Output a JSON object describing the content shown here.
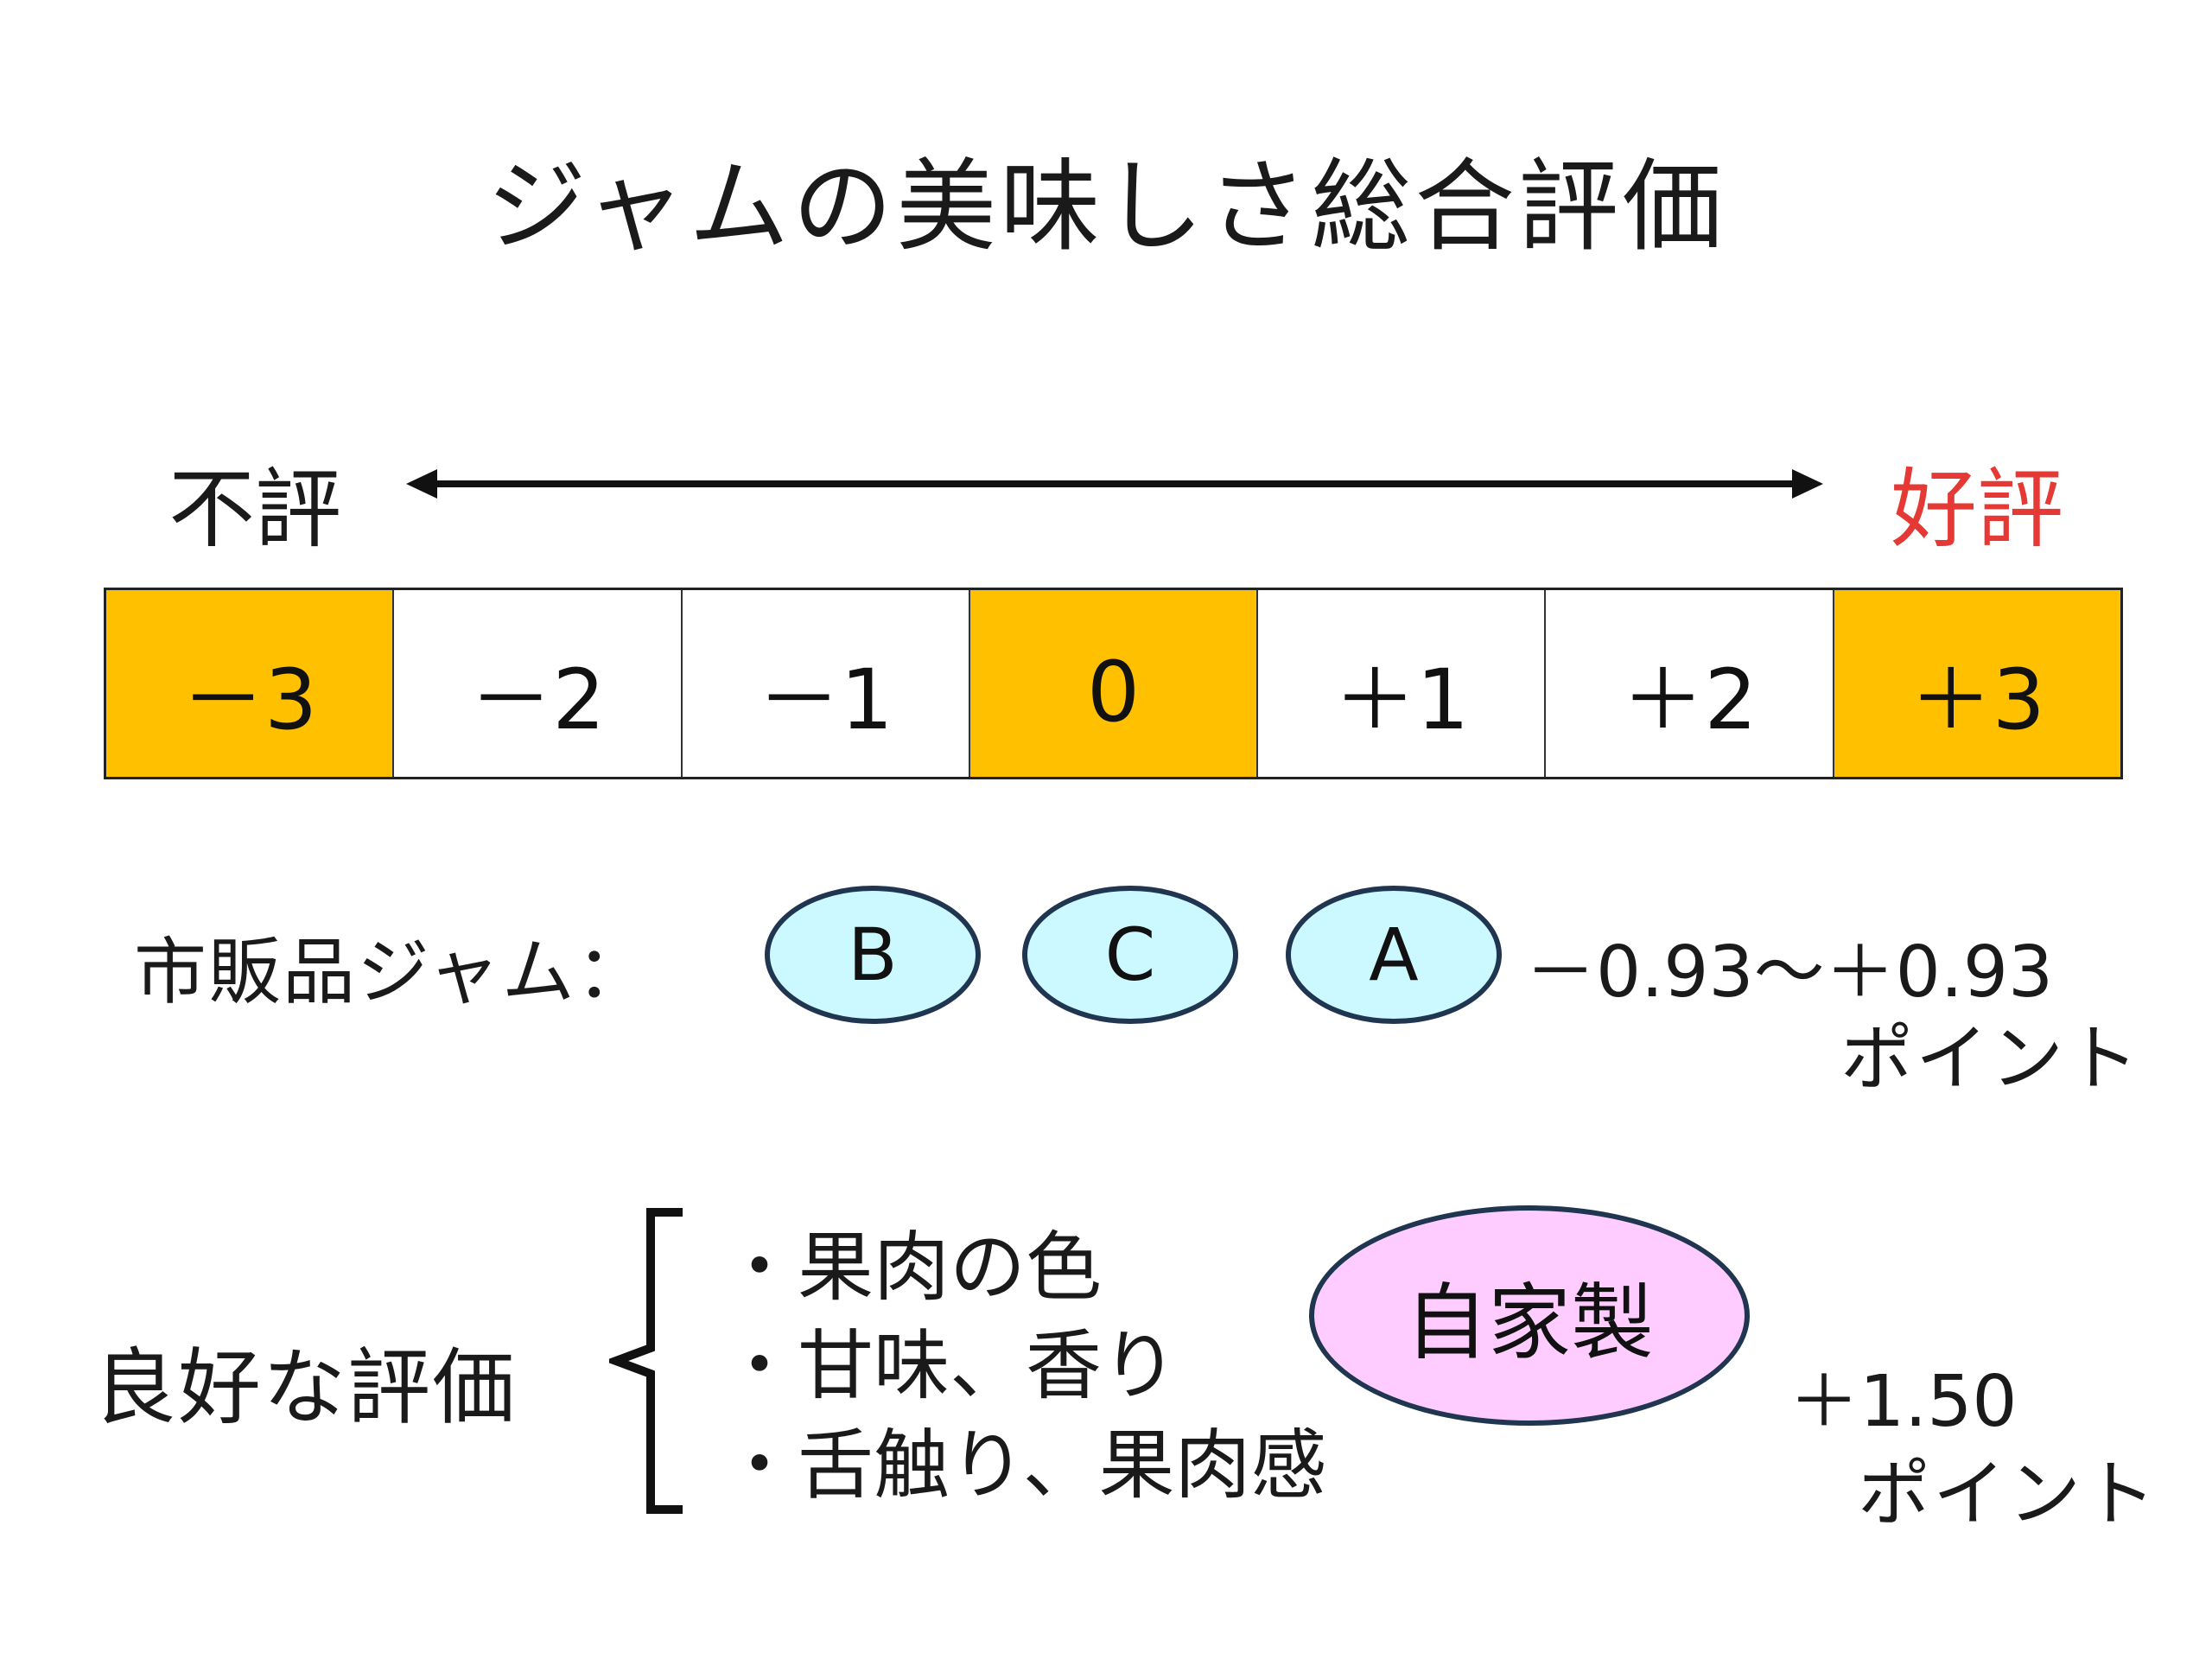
{
  "title": "ジャムの美味しさ総合評価",
  "scale": {
    "negative_label": "不評",
    "positive_label": "好評",
    "cells": [
      "－3",
      "－2",
      "－1",
      "0",
      "＋1",
      "＋2",
      "＋3"
    ]
  },
  "commercial": {
    "label": "市販品ジャム：",
    "ovals": [
      "B",
      "C",
      "A"
    ],
    "range": "－0.93～＋0.93",
    "unit": "ポイント"
  },
  "good": {
    "label": "良好な評価",
    "bullets": [
      "・果肉の色",
      "・甘味、香り",
      "・舌触り、果肉感"
    ],
    "homemade_label": "自家製",
    "score": "＋1.50",
    "unit": "ポイント"
  },
  "colors": {
    "highlight": "#FFC000",
    "commercial_oval": "#CCF9FF",
    "homemade_oval": "#FFCCFF",
    "positive_text": "#E53935",
    "oval_border": "#1F3550"
  }
}
